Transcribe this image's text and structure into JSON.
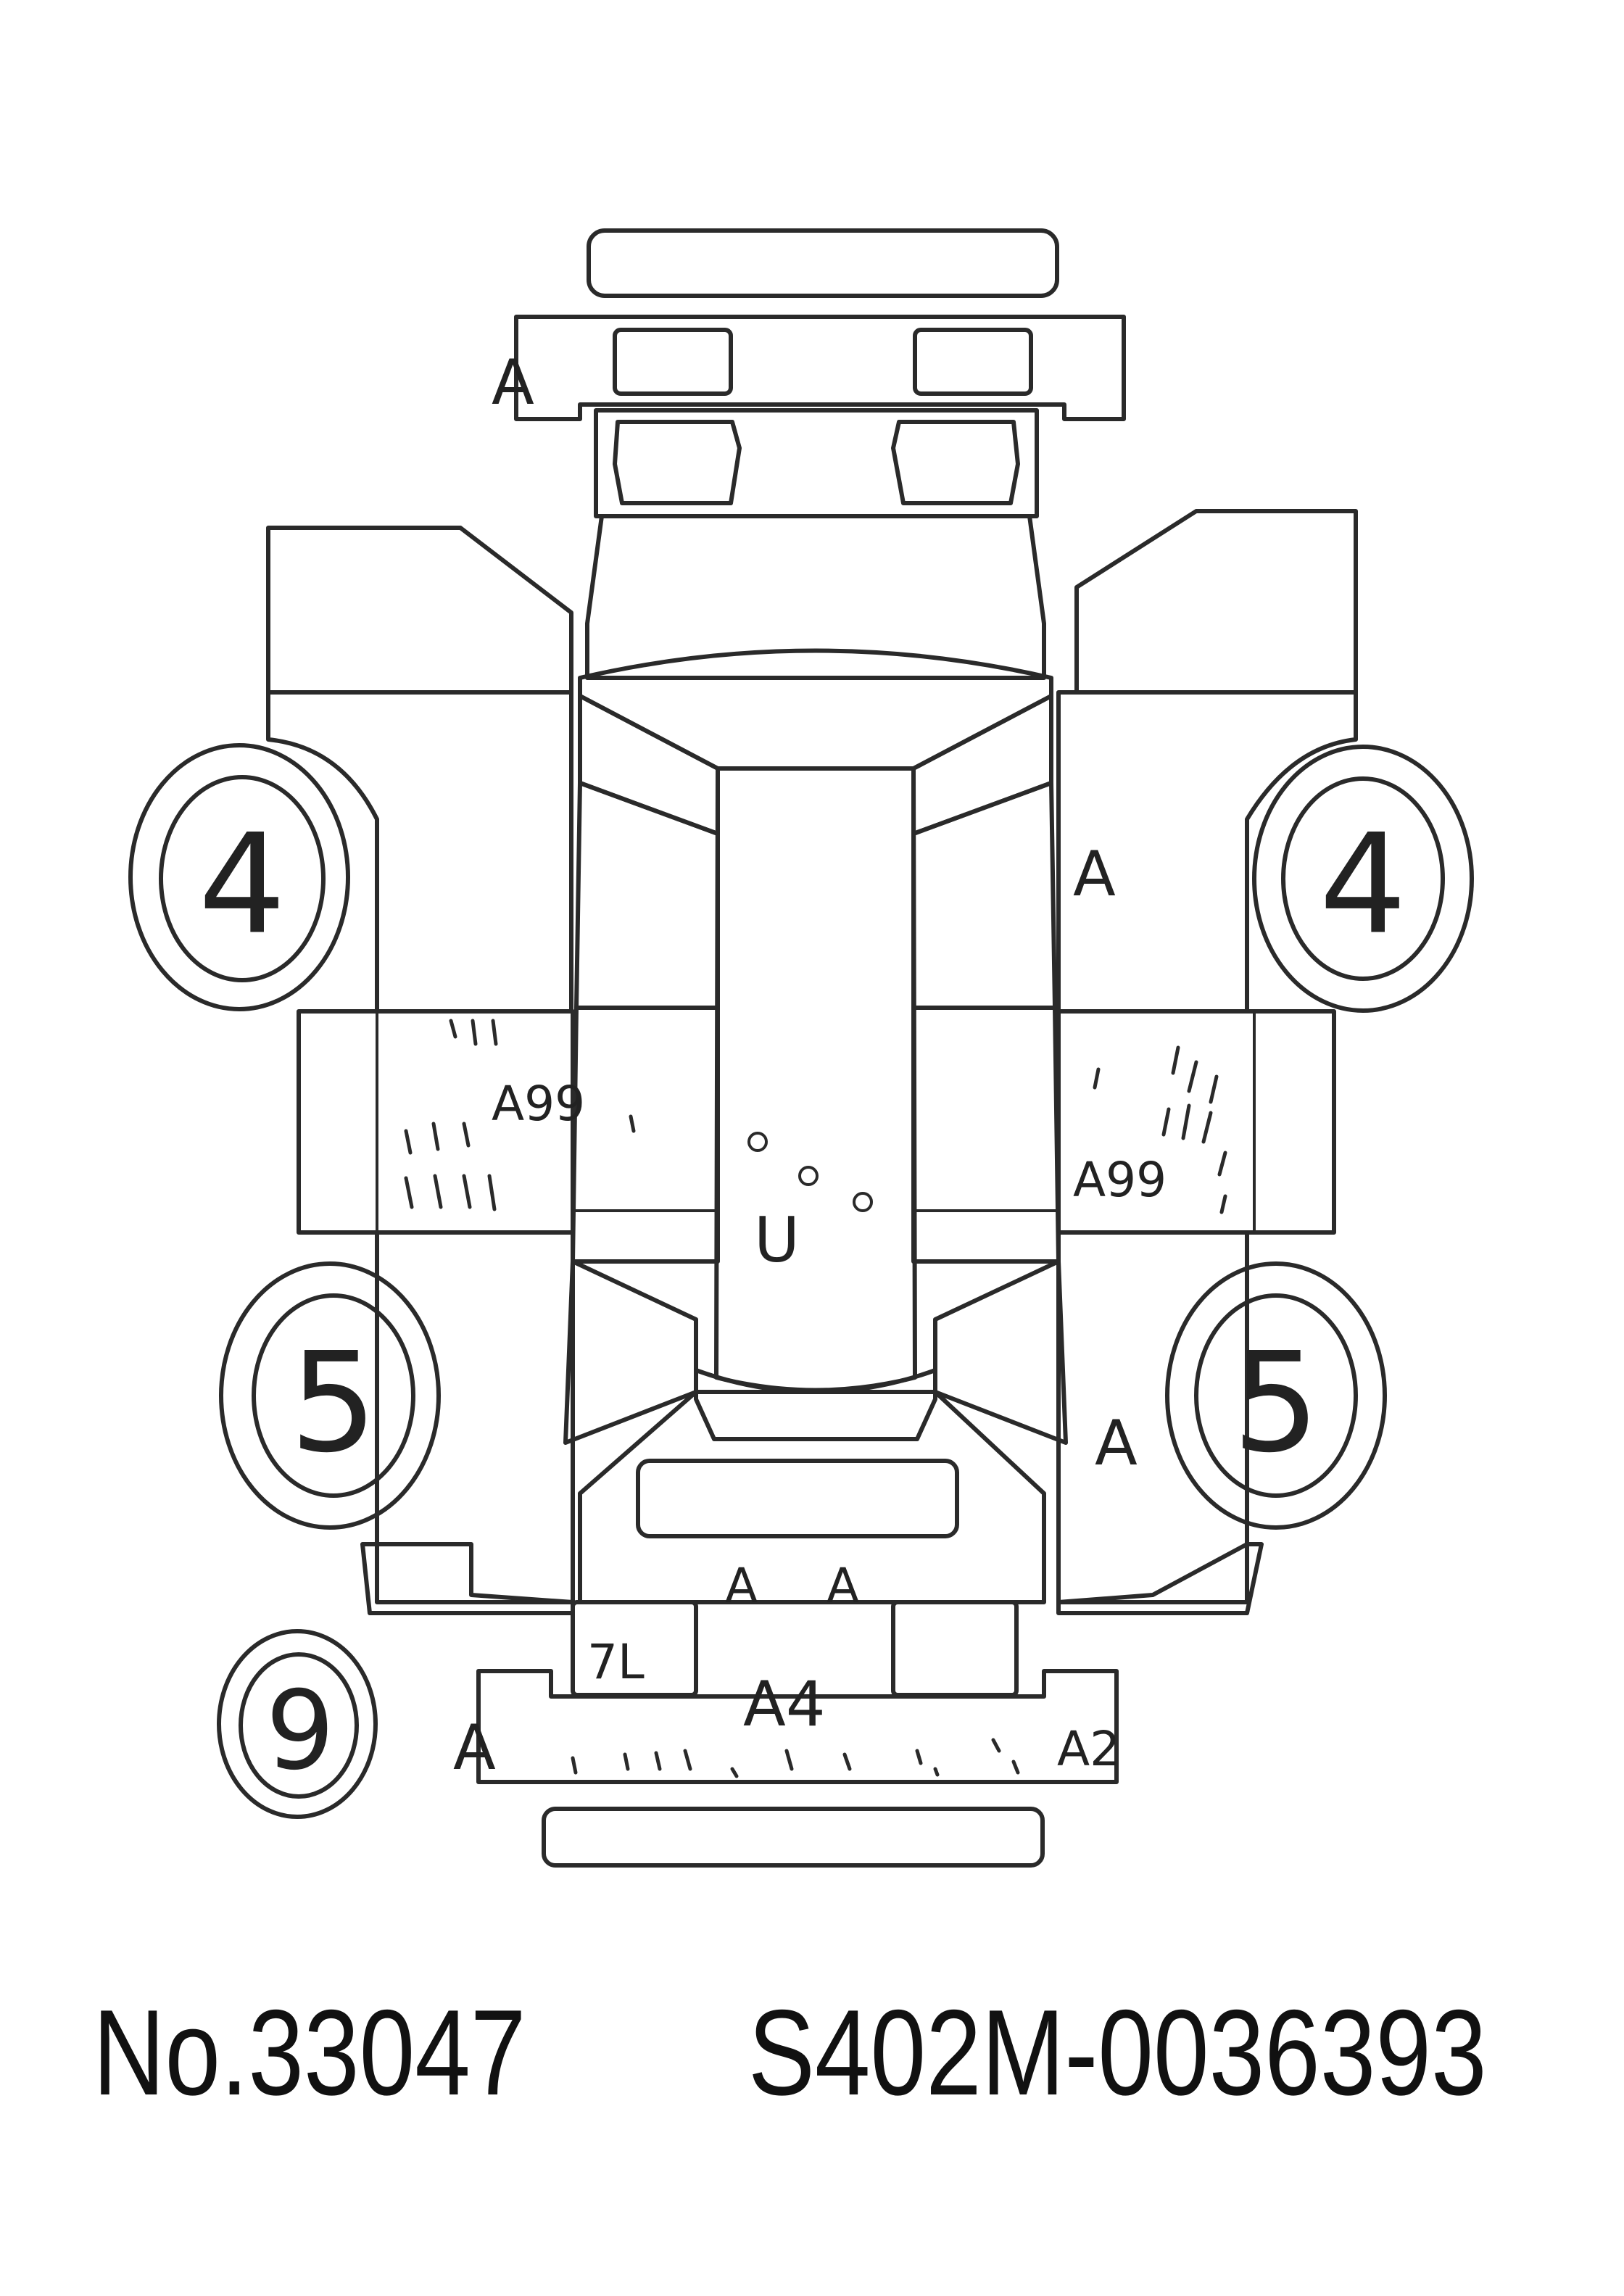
{
  "tires": {
    "front_left": "4",
    "front_right": "4",
    "rear_left": "5",
    "rear_right": "5",
    "spare": "9"
  },
  "marks": {
    "front_bumper": "A",
    "right_front_fender": "A",
    "left_front_door": "A99",
    "right_front_door": "A99",
    "right_rear_fender": "A",
    "tailgate_left": "A",
    "tailgate_right": "A",
    "rear_lamp": "7L",
    "rear_bumper_left": "A",
    "rear_bumper_center": "A4",
    "rear_bumper_right": "A2",
    "roof": "U"
  },
  "footer": {
    "lot_number": "No.33047",
    "chassis_number": "S402M-0036393"
  }
}
